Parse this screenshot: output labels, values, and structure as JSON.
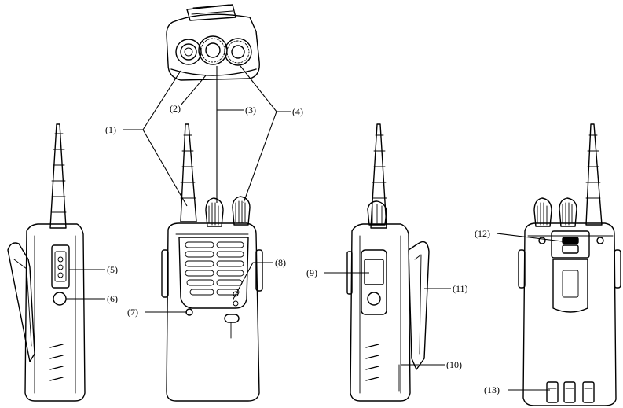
{
  "callouts": {
    "c1": "(1)",
    "c2": "(2)",
    "c3": "(3)",
    "c4": "(4)",
    "c5": "(5)",
    "c6": "(6)",
    "c7": "(7)",
    "c8": "(8)",
    "c9": "(9)",
    "c10": "(10)",
    "c11": "(11)",
    "c12": "(12)",
    "c13": "(13)"
  }
}
